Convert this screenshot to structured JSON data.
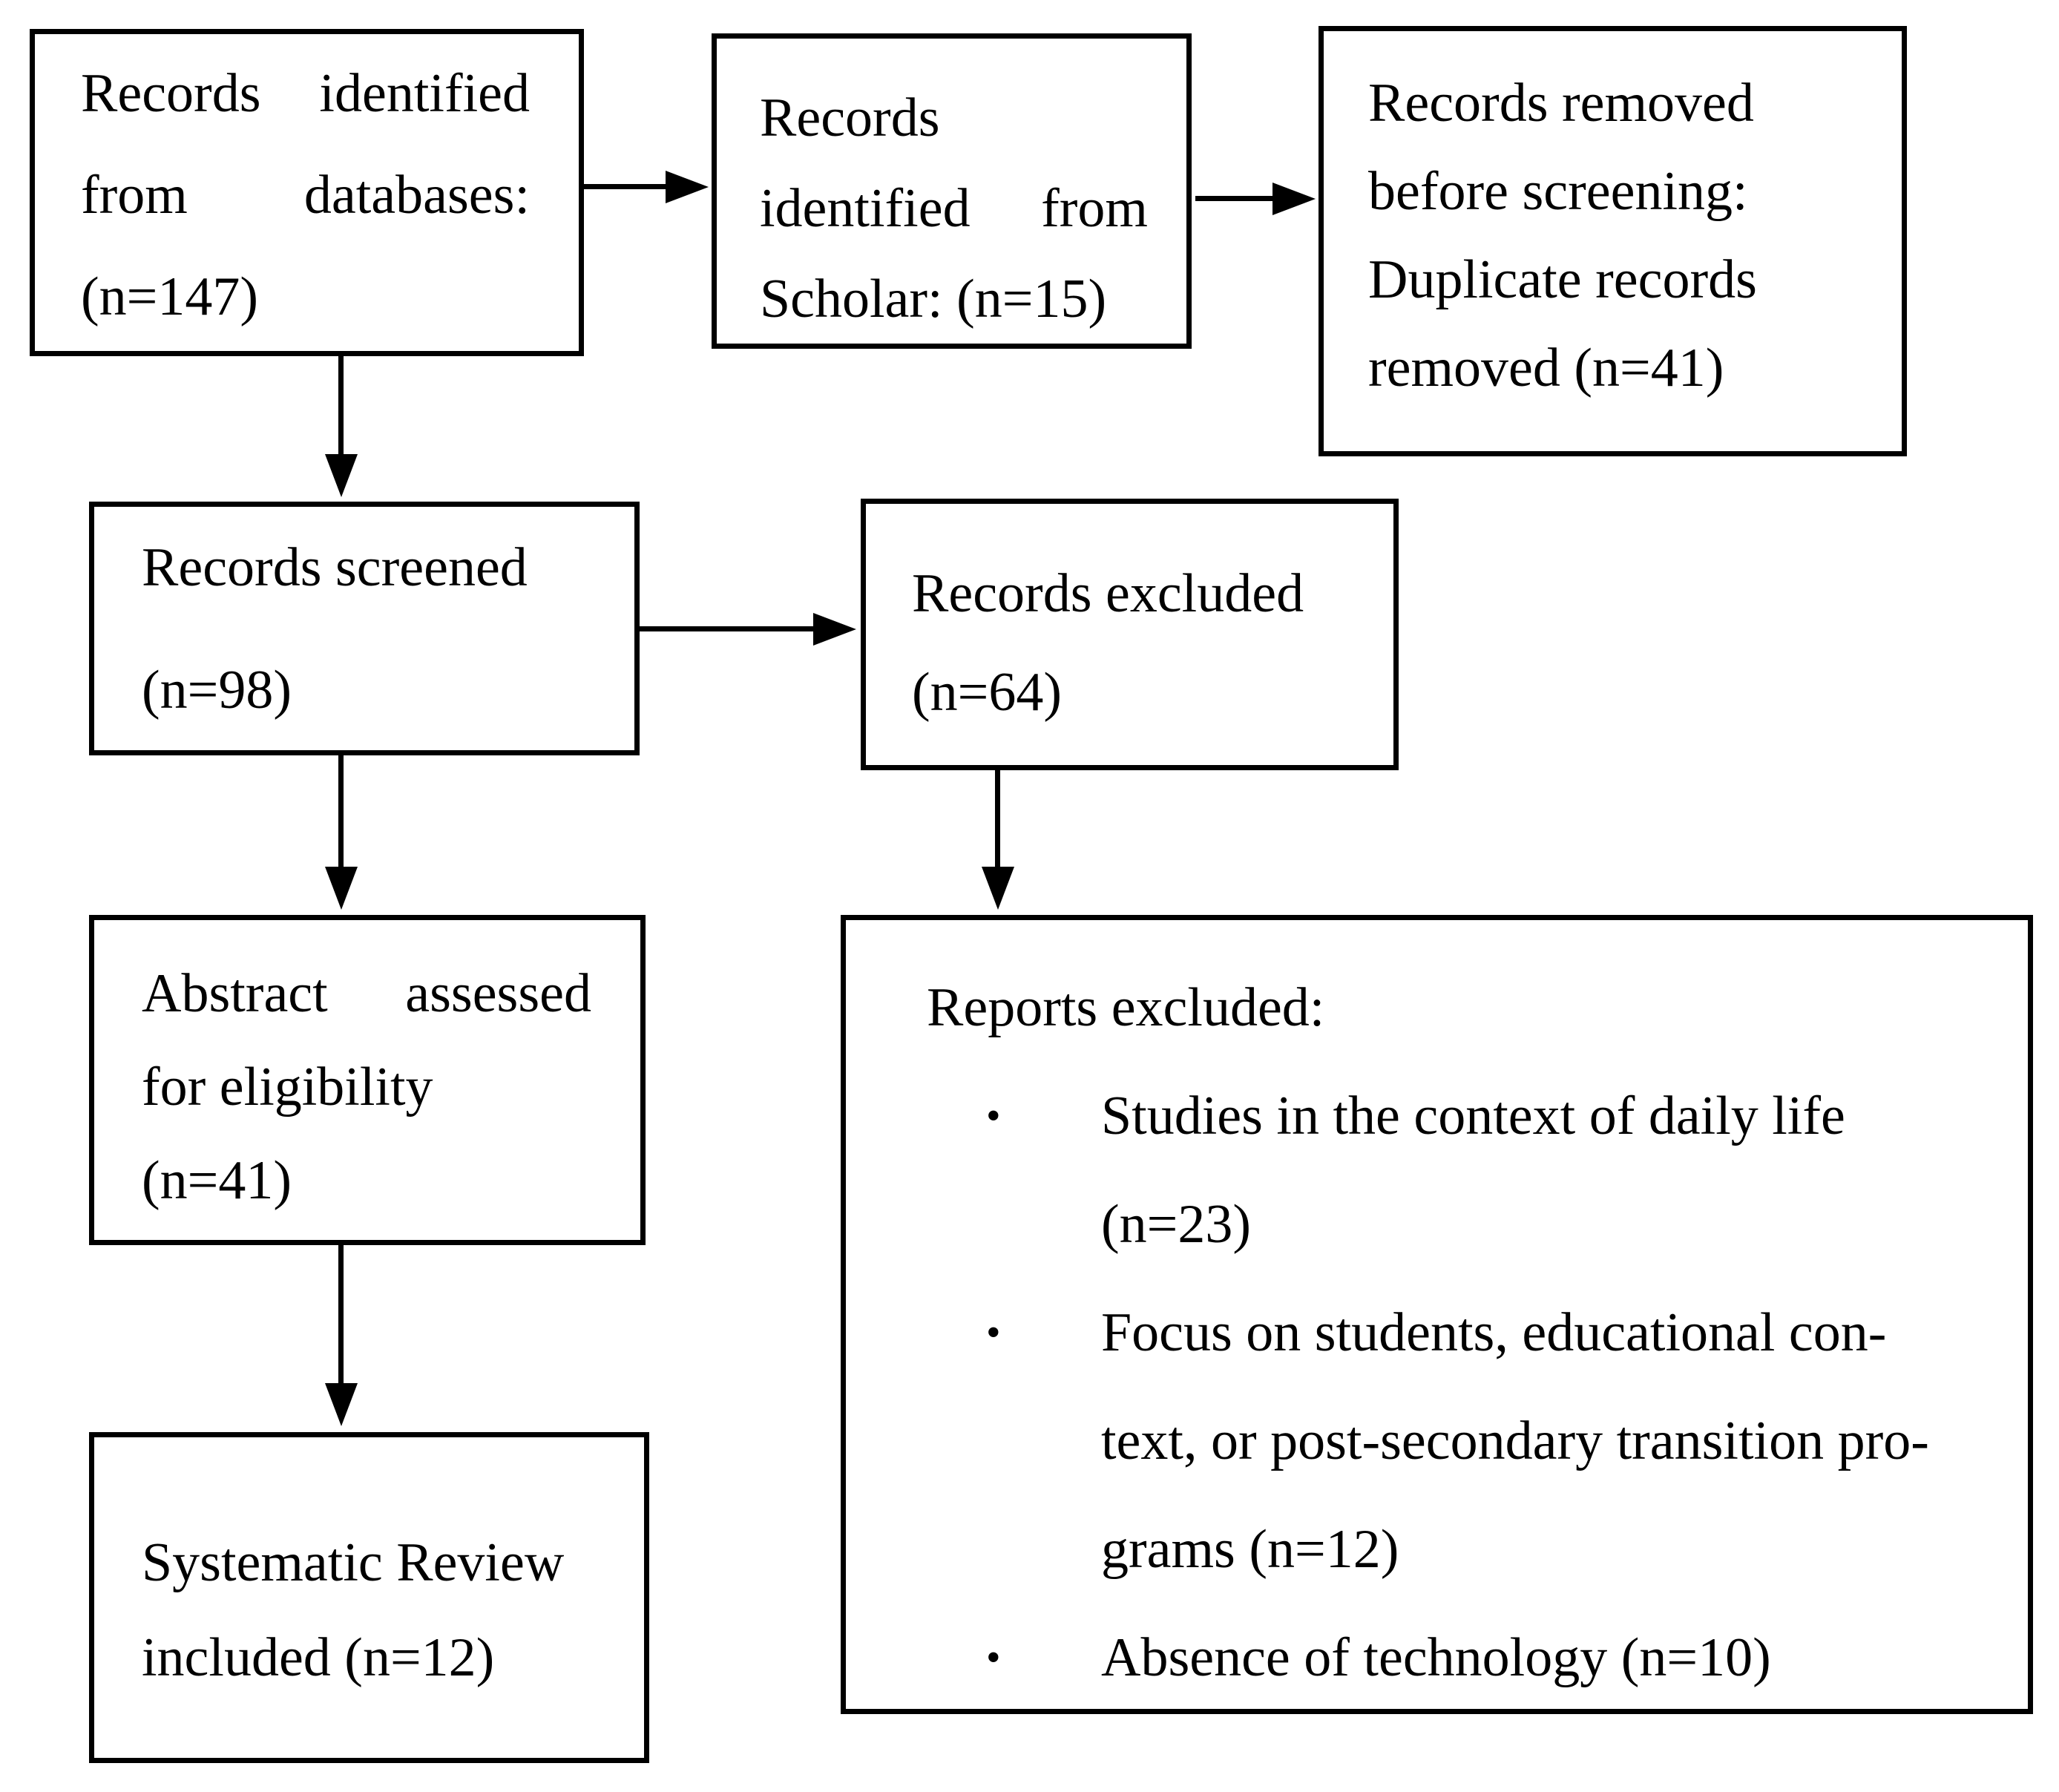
{
  "colors": {
    "ink": "#000000",
    "background": "#ffffff"
  },
  "boxes": {
    "identified_databases": {
      "line1_left": "Records",
      "line1_right": "identified",
      "line2_left": "from",
      "line2_right": "databases:",
      "line3": "(n=147)"
    },
    "identified_scholar": {
      "line1": "Records",
      "line2_left": "identified",
      "line2_right": "from",
      "line3": "Scholar: (n=15)"
    },
    "removed_before_screening": {
      "line1": "Records removed",
      "line2": "before screening:",
      "line3": "Duplicate records",
      "line4": "removed (n=41)"
    },
    "records_screened": {
      "line1": "Records screened",
      "line2": "(n=98)"
    },
    "records_excluded": {
      "line1": "Records excluded",
      "line2": "(n=64)"
    },
    "abstract_assessed": {
      "line1_left": "Abstract",
      "line1_right": "assessed",
      "line2": "for eligibility",
      "line3": "(n=41)"
    },
    "reports_excluded": {
      "title": "Reports excluded:",
      "bullet_glyph": "•",
      "bullet1_line1": "Studies in the context of daily life",
      "bullet1_line2": "(n=23)",
      "bullet2_line1": "Focus on students, educational con-",
      "bullet2_line2": "text, or post-secondary transition pro-",
      "bullet2_line3": "grams (n=12)",
      "bullet3_line1": "Absence of technology (n=10)"
    },
    "systematic_review_included": {
      "line1": "Systematic Review",
      "line2": "included (n=12)"
    }
  }
}
